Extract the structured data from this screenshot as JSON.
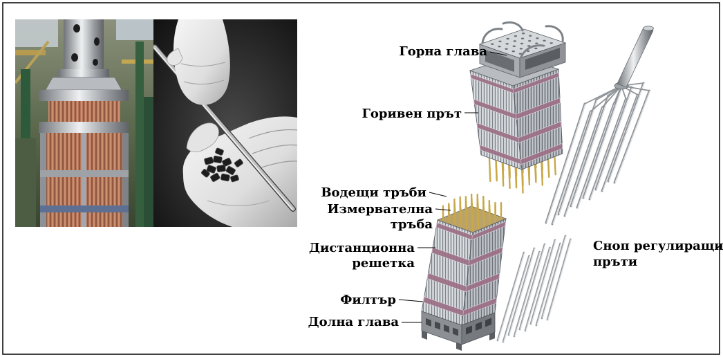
{
  "figure": {
    "labels": {
      "top_nozzle": "Горна глава",
      "fuel_rod": "Горивен прът",
      "guide_tubes": "Водещи тръби",
      "instrument_tube": [
        "Измервателна",
        "тръба"
      ],
      "spacer_grid": [
        "Дистанционна",
        "решетка"
      ],
      "filter": "Филтър",
      "bottom_nozzle": "Долна глава",
      "control_rod_cluster": [
        "Сноп регулиращи",
        "пръти"
      ]
    },
    "colors": {
      "frame": "#000000",
      "label_text": "#000000",
      "fuel_rods": "#c9a84a",
      "spacer_grids": "#9c6f86"
    }
  }
}
